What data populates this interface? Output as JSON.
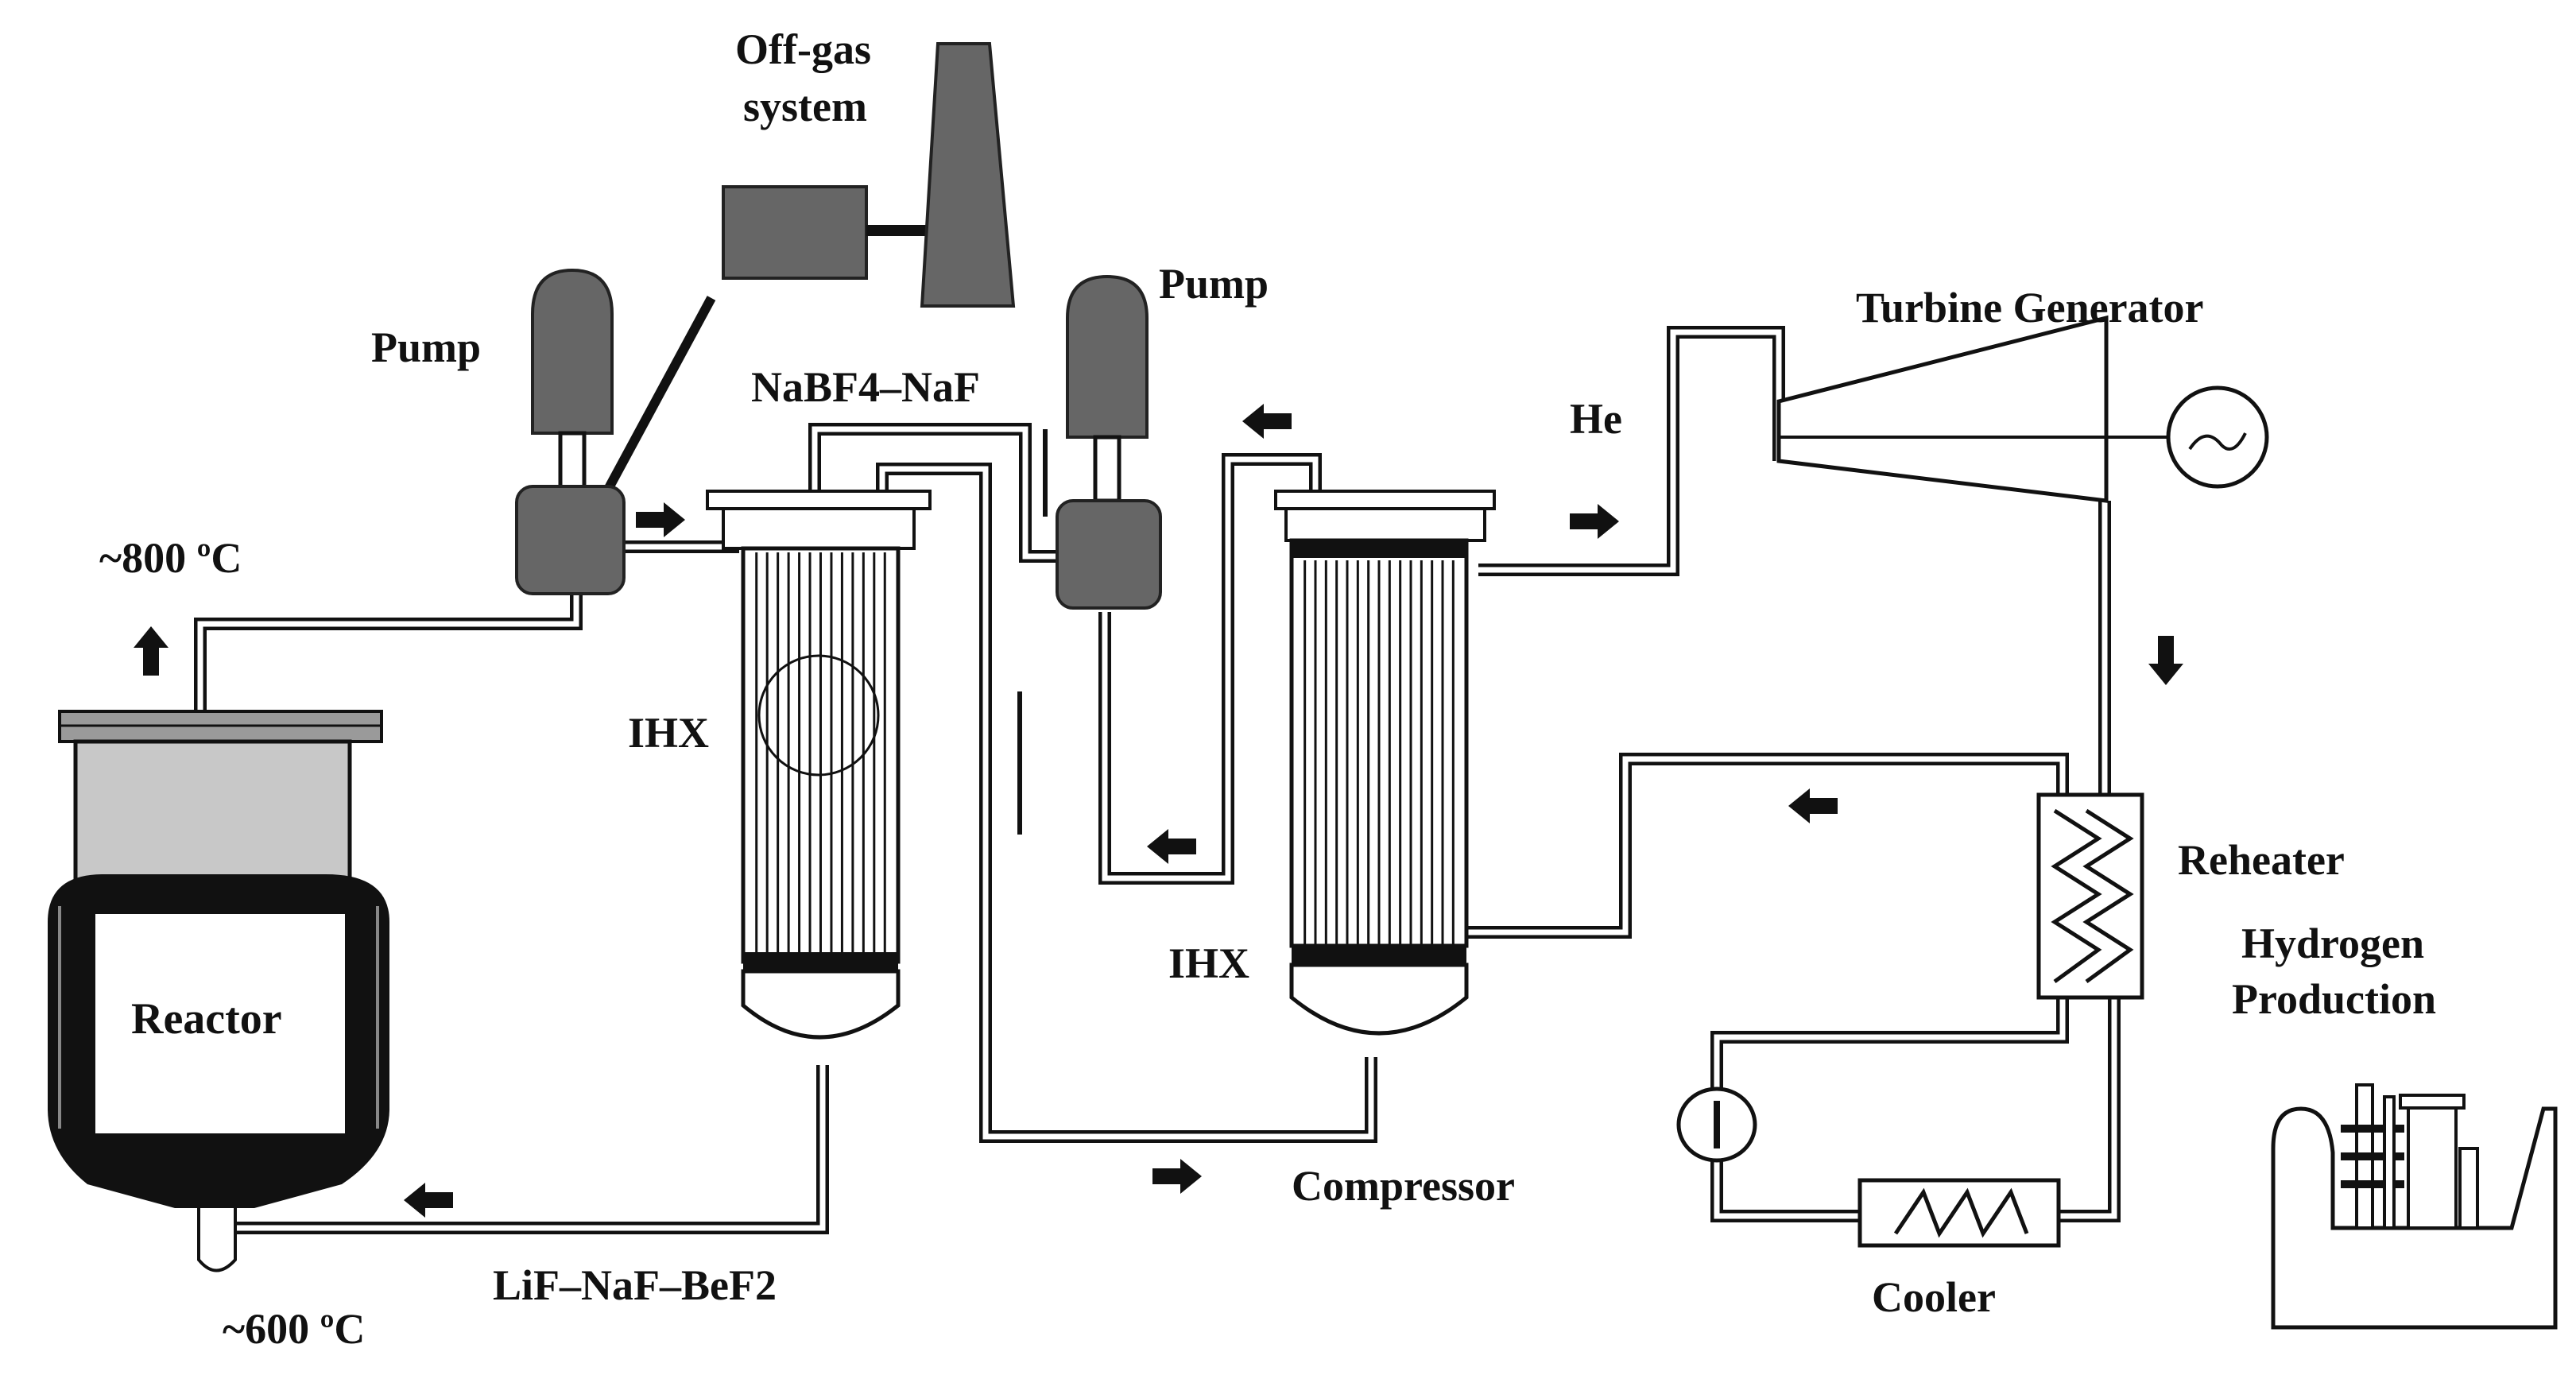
{
  "labels": {
    "off_gas_system_line1": "Off-gas",
    "off_gas_system_line2": "system",
    "pump_left": "Pump",
    "pump_right": "Pump",
    "nabf4_naf": "NaBF4–NaF",
    "turbine_generator": "Turbine Generator",
    "he": "He",
    "temp_hot": "~800 ºC",
    "temp_cold": "~600 ºC",
    "ihx_left": "IHX",
    "ihx_right": "IHX",
    "reactor": "Reactor",
    "reheater": "Reheater",
    "hydrogen_production_line1": "Hydrogen",
    "hydrogen_production_line2": "Production",
    "compressor": "Compressor",
    "lif_naf_bef2": "LiF–NaF–BeF2",
    "cooler": "Cooler"
  },
  "colors": {
    "ink": "#111111",
    "component_gray": "#666666",
    "vessel_light_gray": "#c8c8c8",
    "lid_gray": "#9a9a9a",
    "background": "#ffffff"
  },
  "icons": {
    "flow_arrows": [
      "arrow-right",
      "arrow-left",
      "arrow-up",
      "arrow-down"
    ],
    "generator": "generator-icon",
    "heat_coil": "zigzag-coil-icon"
  }
}
